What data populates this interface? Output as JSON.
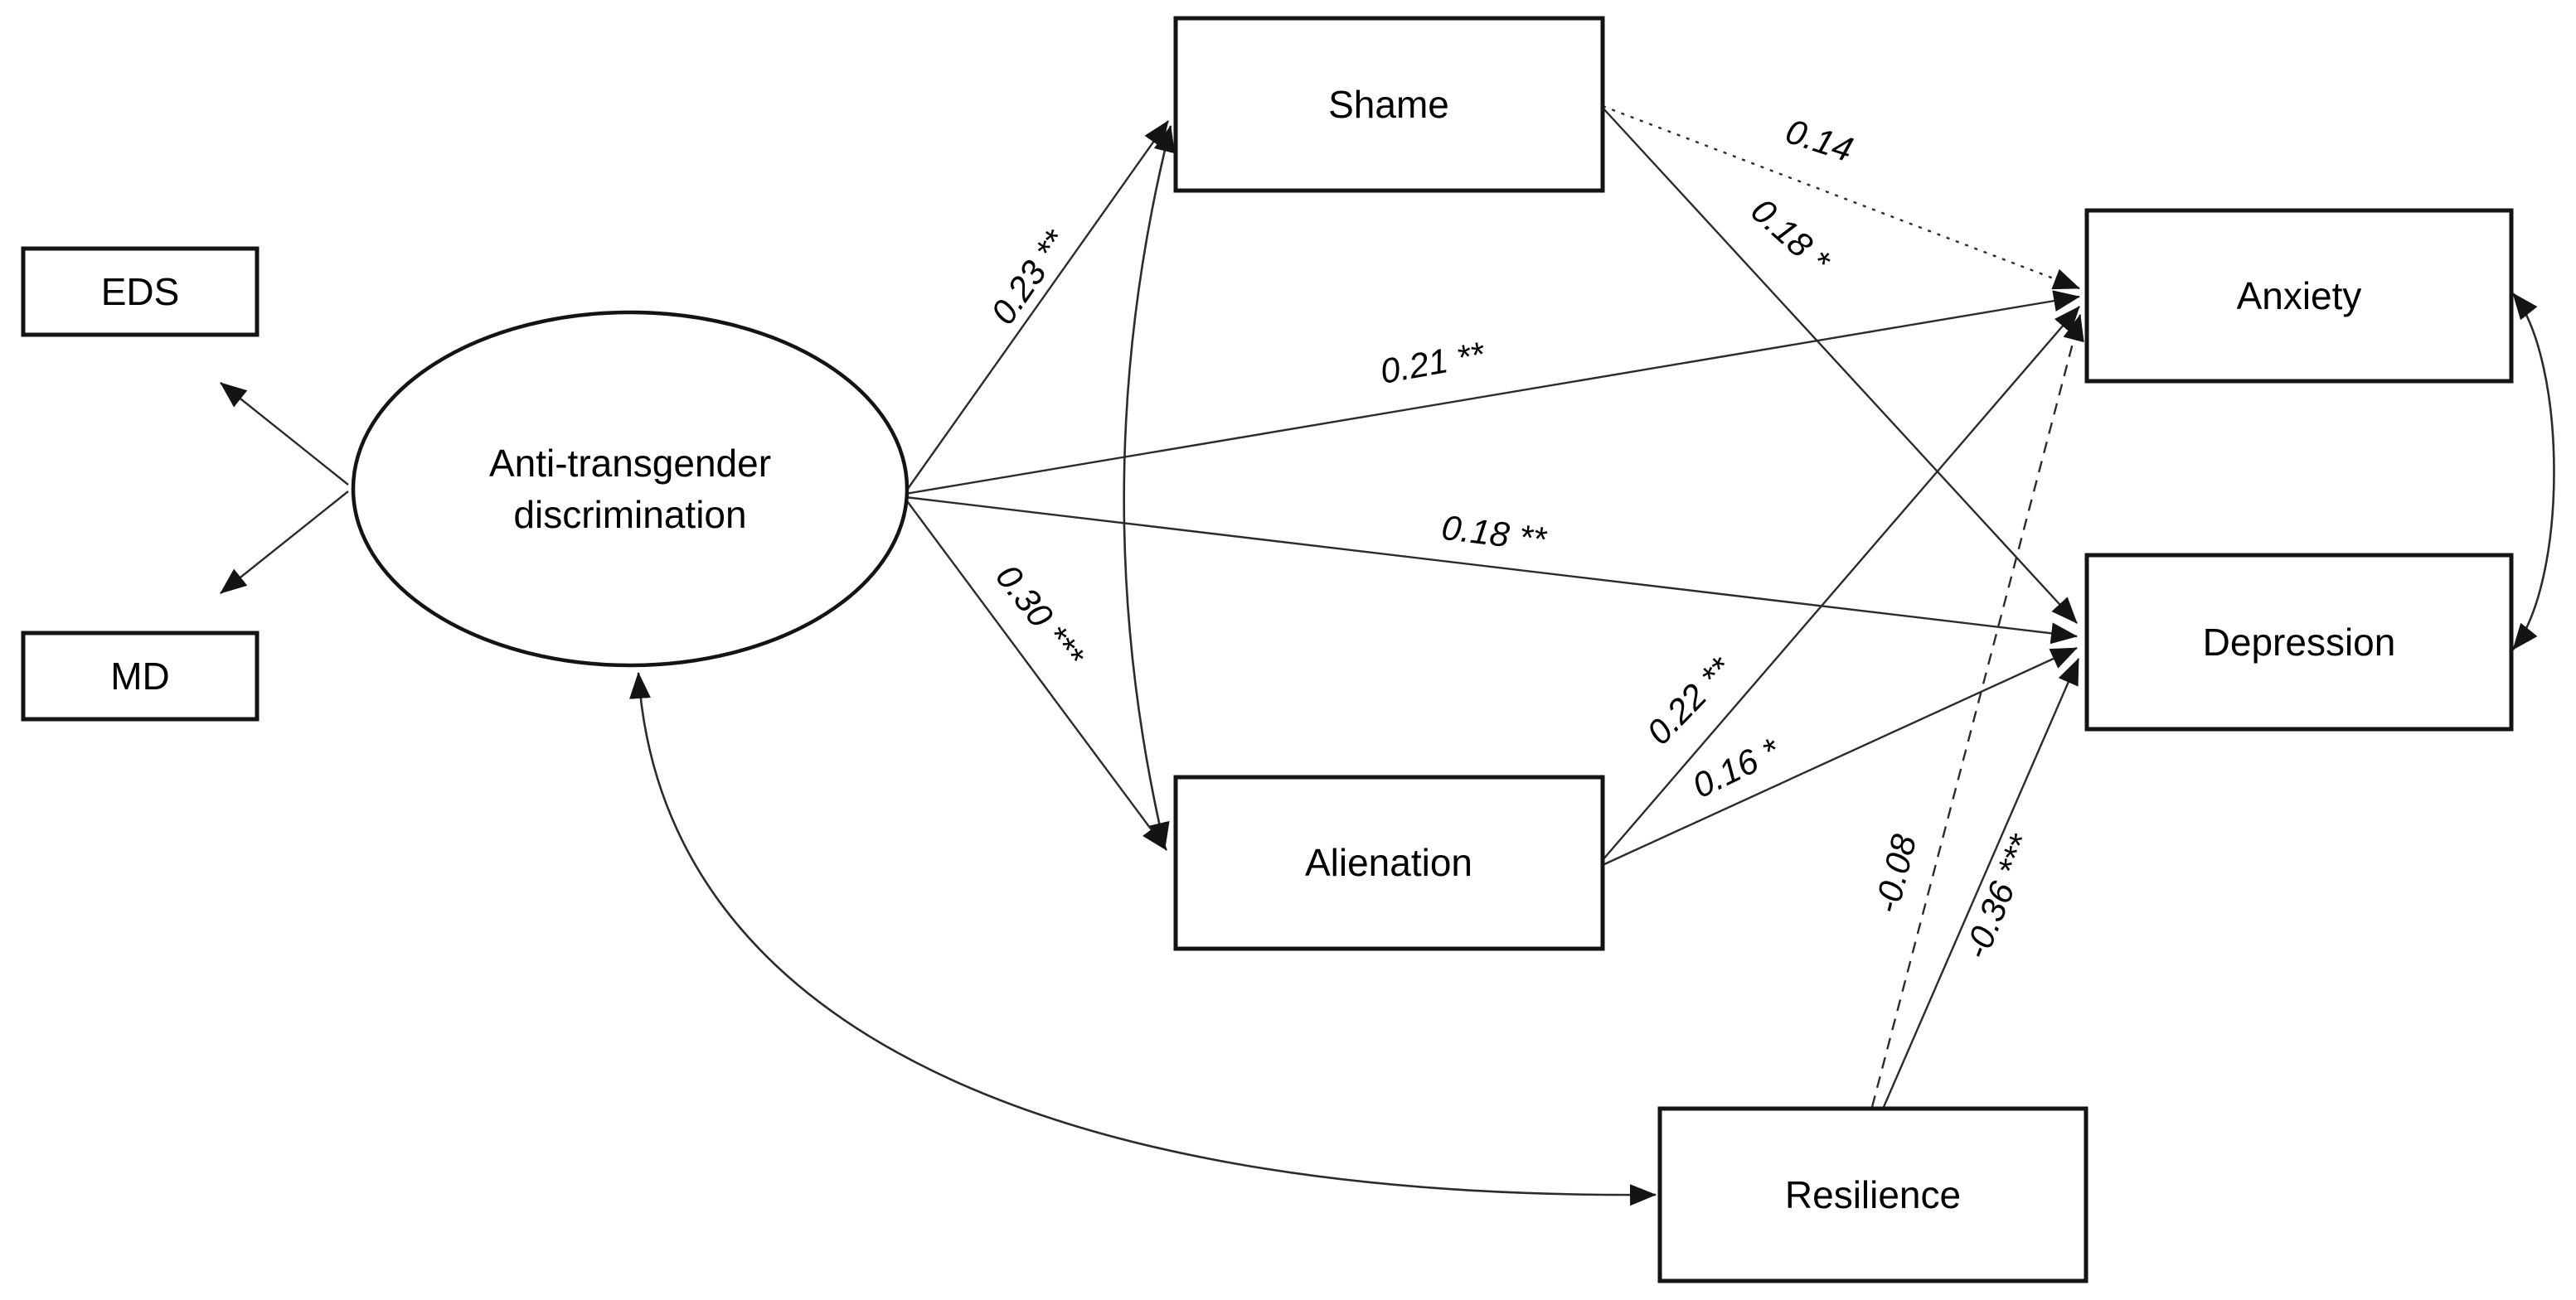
{
  "figure": {
    "type": "sem-path-diagram",
    "background": "#ffffff",
    "ink": "#141414",
    "nodes": {
      "eds": "EDS",
      "md": "MD",
      "latent_line1": "Anti-transgender",
      "latent_line2": "discrimination",
      "shame": "Shame",
      "alienation": "Alienation",
      "anxiety": "Anxiety",
      "depression": "Depression",
      "resilience": "Resilience"
    },
    "edges": [
      {
        "from": "Anti-transgender discrimination",
        "to": "Shame",
        "label": "0.23 **",
        "style": "solid"
      },
      {
        "from": "Anti-transgender discrimination",
        "to": "Anxiety",
        "label": "0.21 **",
        "style": "solid"
      },
      {
        "from": "Anti-transgender discrimination",
        "to": "Depression",
        "label": "0.18 **",
        "style": "solid"
      },
      {
        "from": "Anti-transgender discrimination",
        "to": "Alienation",
        "label": "0.30 ***",
        "style": "solid"
      },
      {
        "from": "Shame",
        "to": "Anxiety",
        "label": "0.14",
        "style": "dotted"
      },
      {
        "from": "Shame",
        "to": "Depression",
        "label": "0.18 *",
        "style": "solid"
      },
      {
        "from": "Alienation",
        "to": "Anxiety",
        "label": "0.22 **",
        "style": "solid"
      },
      {
        "from": "Alienation",
        "to": "Depression",
        "label": "0.16 *",
        "style": "solid"
      },
      {
        "from": "Resilience",
        "to": "Anxiety",
        "label": "-0.08",
        "style": "dashed"
      },
      {
        "from": "Resilience",
        "to": "Depression",
        "label": "-0.36 ***",
        "style": "solid"
      }
    ],
    "indicator_arrows": [
      {
        "from": "Anti-transgender discrimination",
        "to": "EDS"
      },
      {
        "from": "Anti-transgender discrimination",
        "to": "MD"
      }
    ],
    "covariance_arrows": [
      {
        "between": [
          "Shame",
          "Alienation"
        ]
      },
      {
        "between": [
          "Anti-transgender discrimination",
          "Resilience"
        ]
      },
      {
        "between": [
          "Anxiety",
          "Depression"
        ]
      }
    ]
  }
}
